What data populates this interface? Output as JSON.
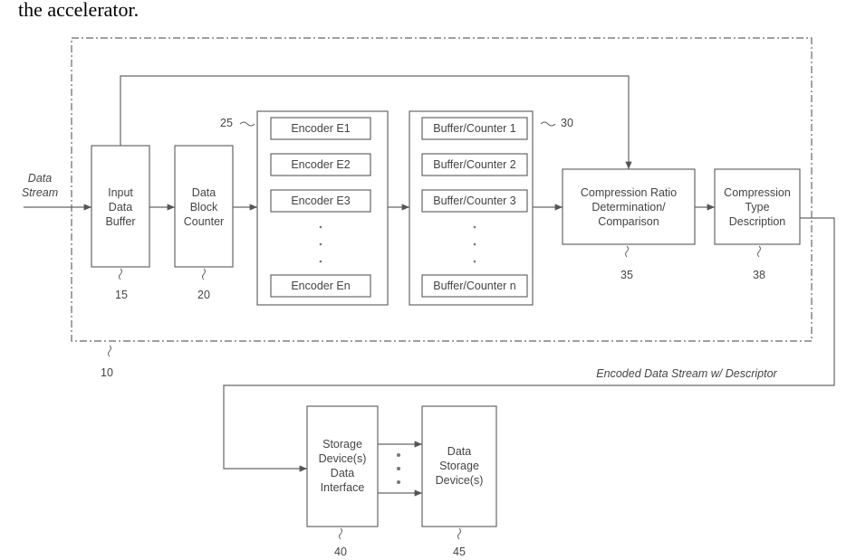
{
  "intro_text": "the accelerator.",
  "labels": {
    "data_stream": "Data\nStream",
    "input_buffer": "Input\nData\nBuffer",
    "block_counter": "Data\nBlock\nCounter",
    "enc1": "Encoder E1",
    "enc2": "Encoder E2",
    "enc3": "Encoder E3",
    "encn": "Encoder En",
    "buf1": "Buffer/Counter 1",
    "buf2": "Buffer/Counter 2",
    "buf3": "Buffer/Counter 3",
    "bufn": "Buffer/Counter n",
    "ratio": "Compression Ratio\nDetermination/\nComparison",
    "type_desc": "Compression\nType\nDescription",
    "storage_iface": "Storage\nDevice(s)\nData\nInterface",
    "storage_dev": "Data\nStorage\nDevice(s)",
    "encoded_stream": "Encoded Data Stream w/ Descriptor"
  },
  "refs": {
    "r10": "10",
    "r15": "15",
    "r20": "20",
    "r25": "25",
    "r30": "30",
    "r35": "35",
    "r38": "38",
    "r40": "40",
    "r45": "45"
  }
}
